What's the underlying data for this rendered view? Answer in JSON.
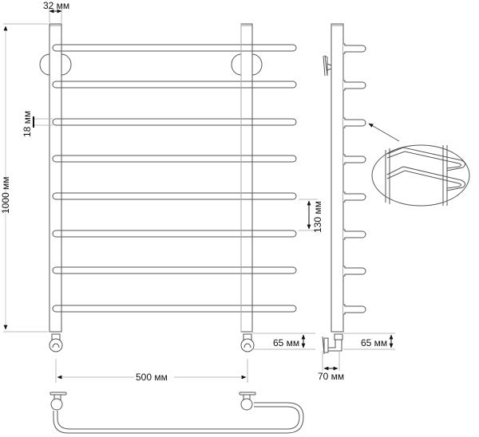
{
  "drawing": {
    "title": "Heated towel rail dimension drawing",
    "line_color": "#555555",
    "dim_line_color": "#bbbbbb",
    "arrow_color": "#111111",
    "bar_count": 8,
    "views": [
      "front-view",
      "side-view",
      "bottom-view",
      "detail-view"
    ]
  },
  "dimensions": {
    "pipe_width": "32 мм",
    "bar_diameter": "18 мм",
    "total_height": "1000 мм",
    "bar_spacing": "130 мм",
    "valve_height_front": "65 мм",
    "valve_height_side": "65 мм",
    "center_distance": "500 мм",
    "wall_offset": "70 мм"
  }
}
